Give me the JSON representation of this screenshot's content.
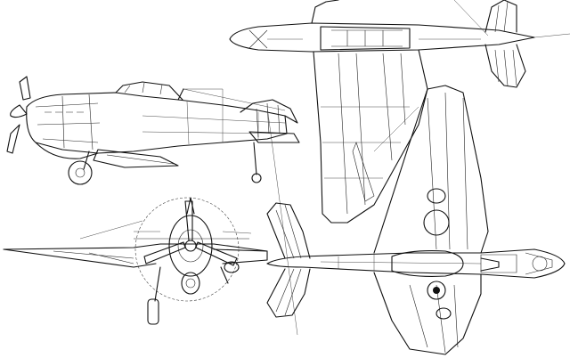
{
  "drawing": {
    "subject": "",
    "views": [
      {
        "id": "side-view"
      },
      {
        "id": "front-view"
      },
      {
        "id": "top-view"
      },
      {
        "id": "bottom-view"
      }
    ]
  },
  "colors": {
    "background": "#ffffff",
    "line": "#111111"
  }
}
